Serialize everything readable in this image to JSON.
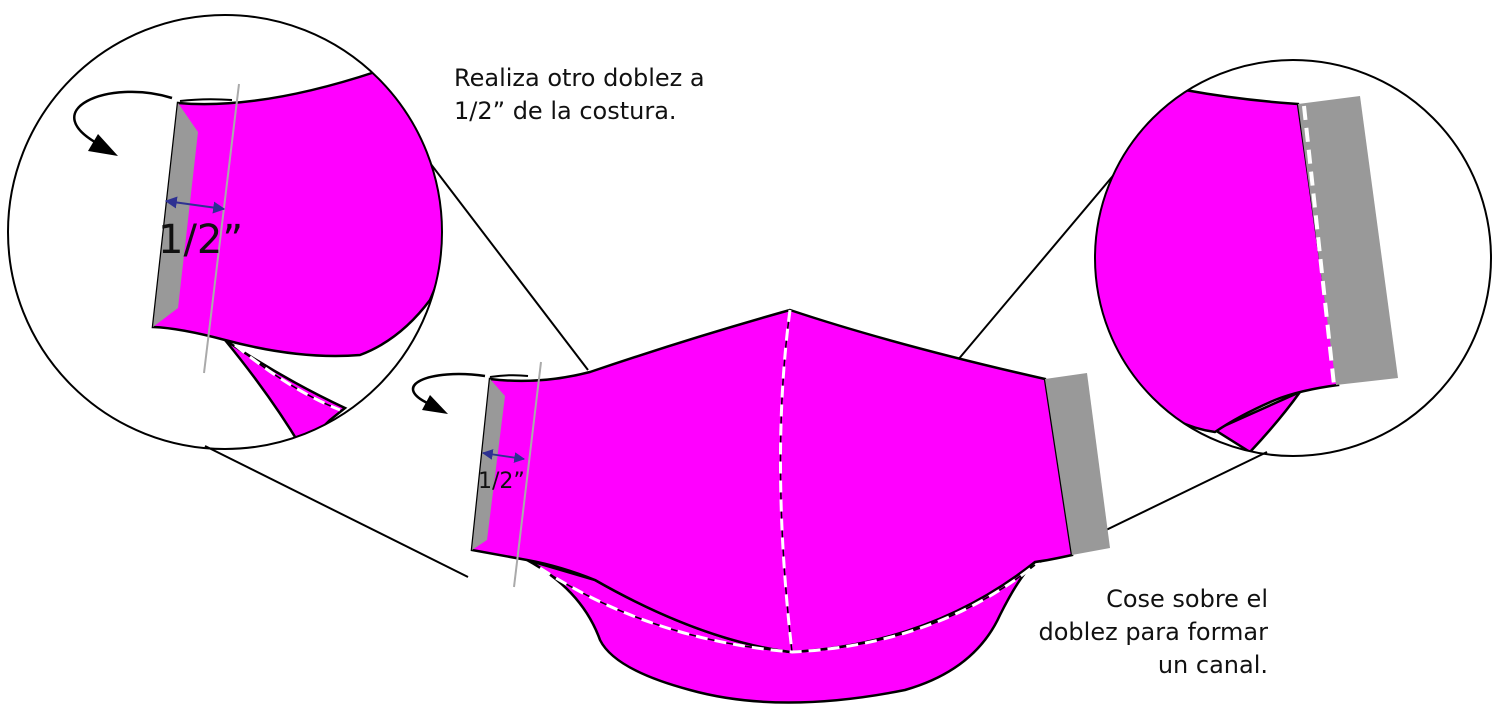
{
  "instructions": {
    "fold": [
      "Realiza otro doblez a",
      "1/2” de la costura."
    ],
    "sew": [
      "Cose sobre el",
      "doblez para formar",
      "un canal."
    ]
  },
  "dimension_labels": {
    "detail": "1/2”",
    "mask": "1/2”"
  },
  "colors": {
    "fabric": "#ff00ff",
    "fold": "#999999",
    "outline": "#000000",
    "stitch": "#ffffff",
    "guide": "#aaaaaa",
    "arrow_dim": "#2e3192"
  }
}
